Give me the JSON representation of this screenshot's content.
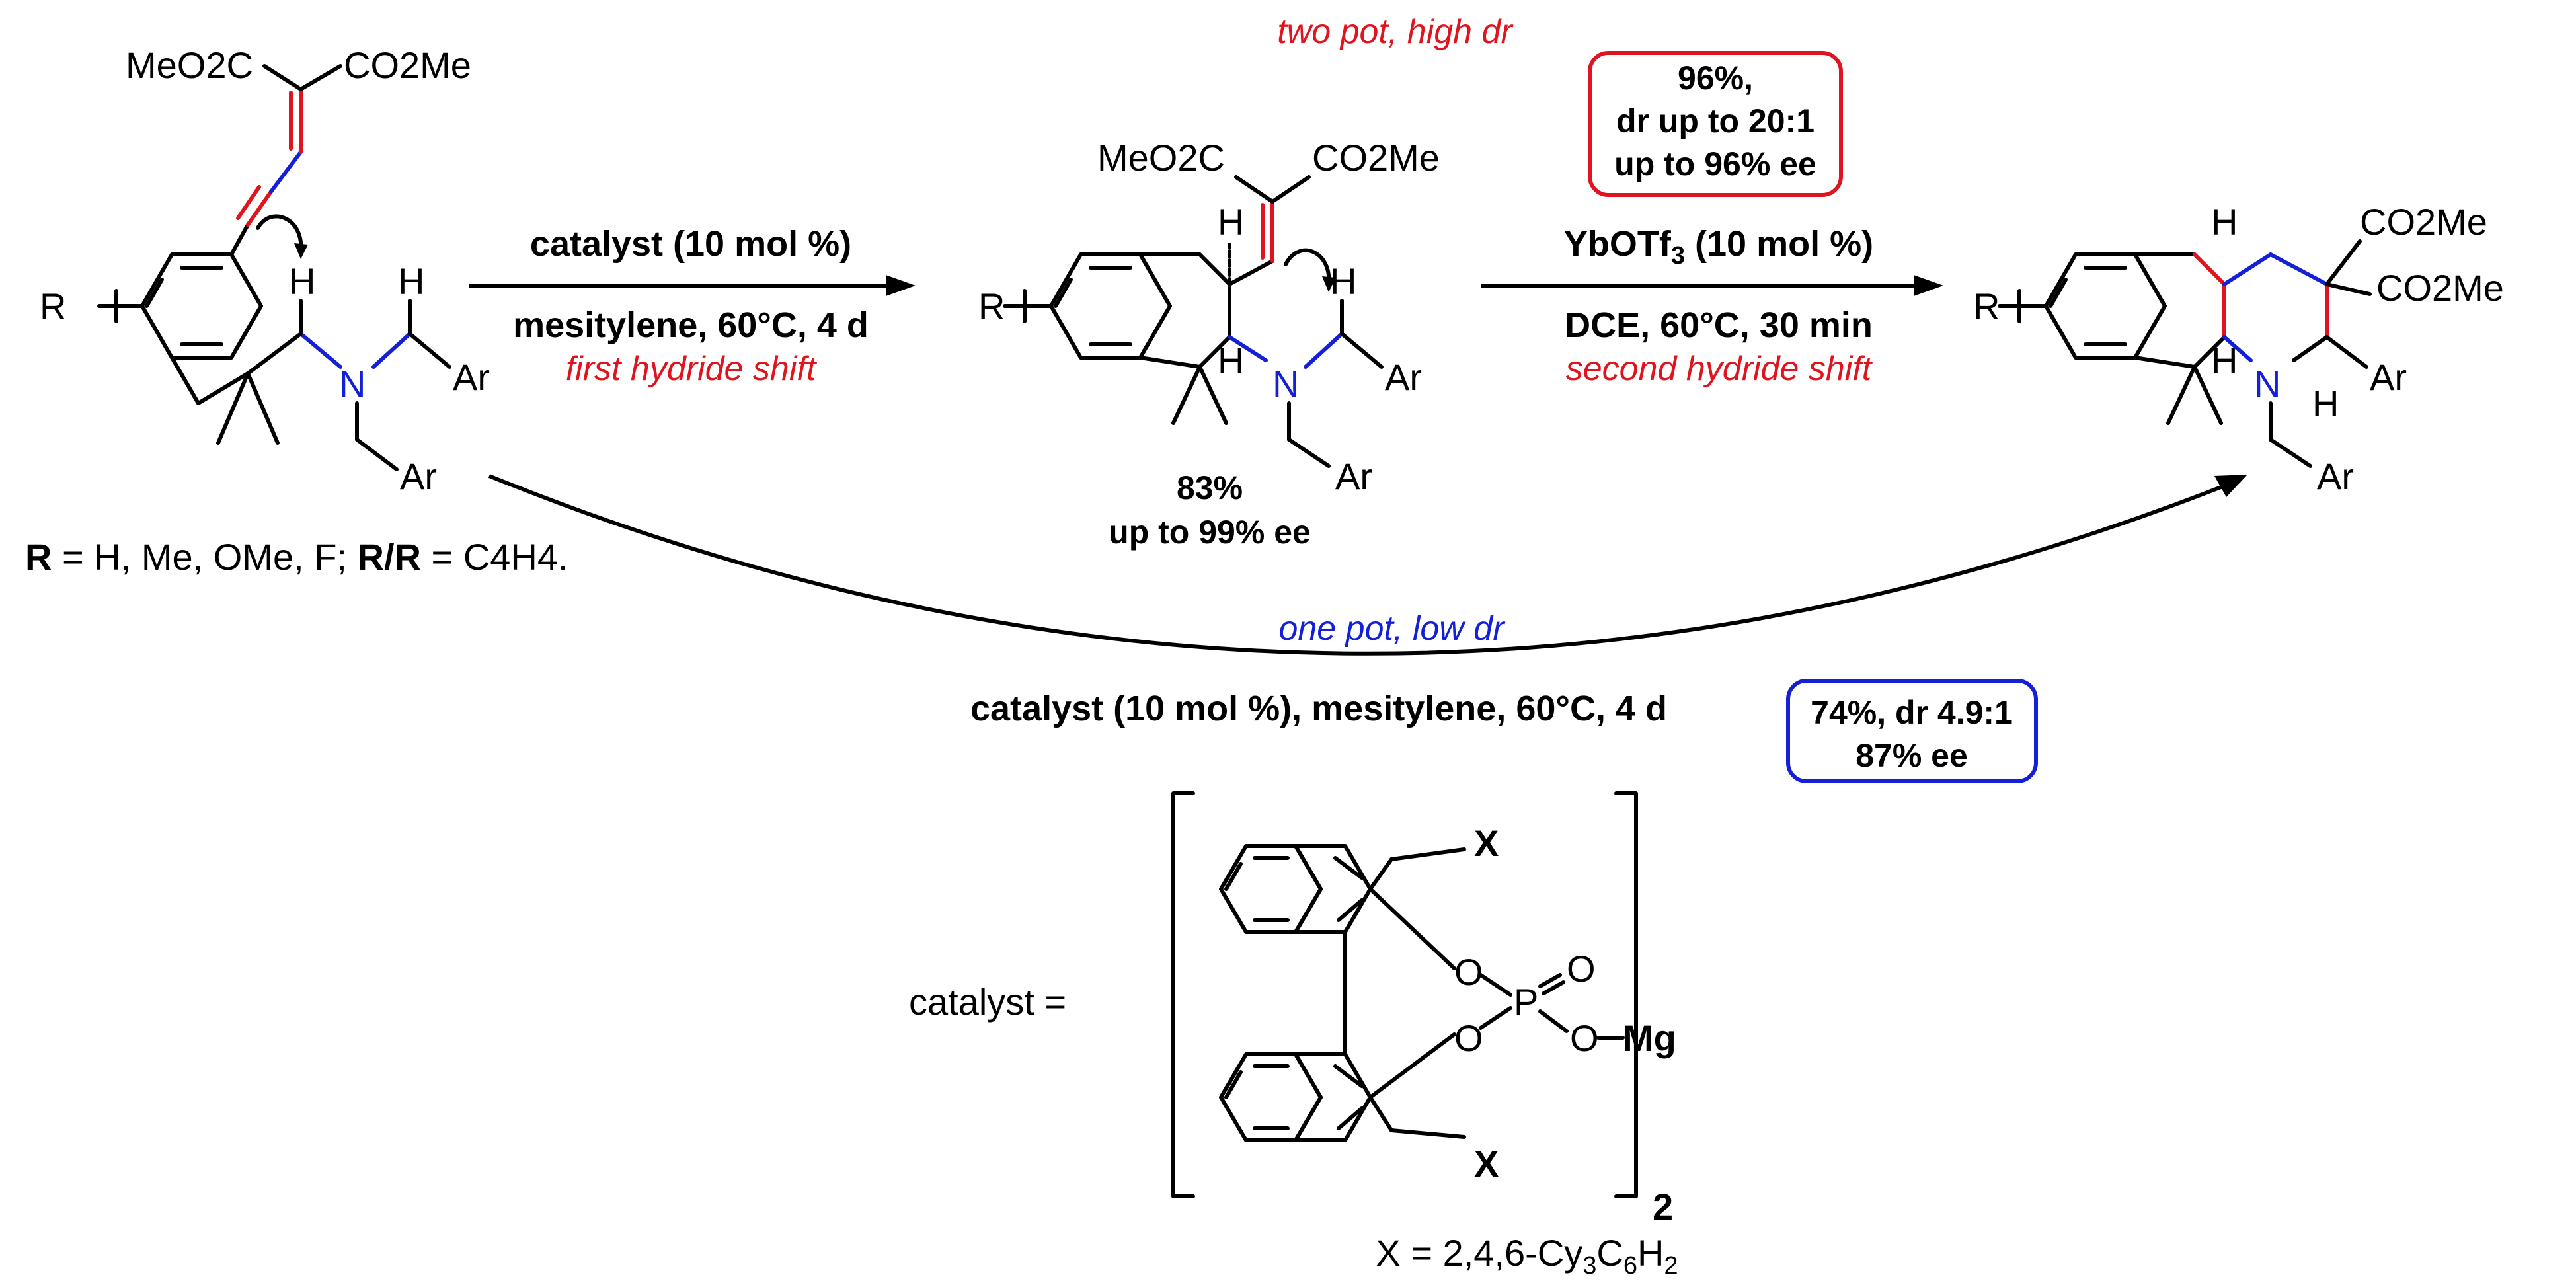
{
  "colors": {
    "red": "#e0141e",
    "blue": "#1420d8",
    "black": "#000000"
  },
  "molecules": {
    "ester": "MeO2C",
    "ester_r": "CO2Me",
    "r": "R",
    "n": "N",
    "h": "H",
    "ar": "Ar"
  },
  "substituent_note": {
    "r_bold": "R",
    "r_values": " = H, Me, OMe, F; ",
    "rr_bold": "R/R",
    "rr_value": " = C4H4."
  },
  "step1": {
    "top": "catalyst (10 mol %)",
    "bottom": "mesitylene, 60°C, 4 d",
    "note": "first hydride shift"
  },
  "step2": {
    "top": "YbOTf3 (10 mol %)",
    "bottom": "DCE, 60°C, 30 min",
    "note": "second hydride shift"
  },
  "two_pot_note": "two pot, high dr",
  "intermediate_yield": [
    "83%",
    "up to 99% ee"
  ],
  "product_box": [
    "96%,",
    "dr up to 20:1",
    "up to 96% ee"
  ],
  "one_pot": {
    "note": "one pot, low dr",
    "conditions": "catalyst (10 mol %), mesitylene, 60°C, 4 d",
    "result": [
      "74%, dr 4.9:1",
      "87% ee"
    ]
  },
  "catalyst": {
    "label": "catalyst =",
    "x": "X",
    "o": "O",
    "p": "P",
    "mg": "Mg",
    "subscript": "2",
    "x_def": "X = 2,4,6-Cy3C6H2"
  }
}
